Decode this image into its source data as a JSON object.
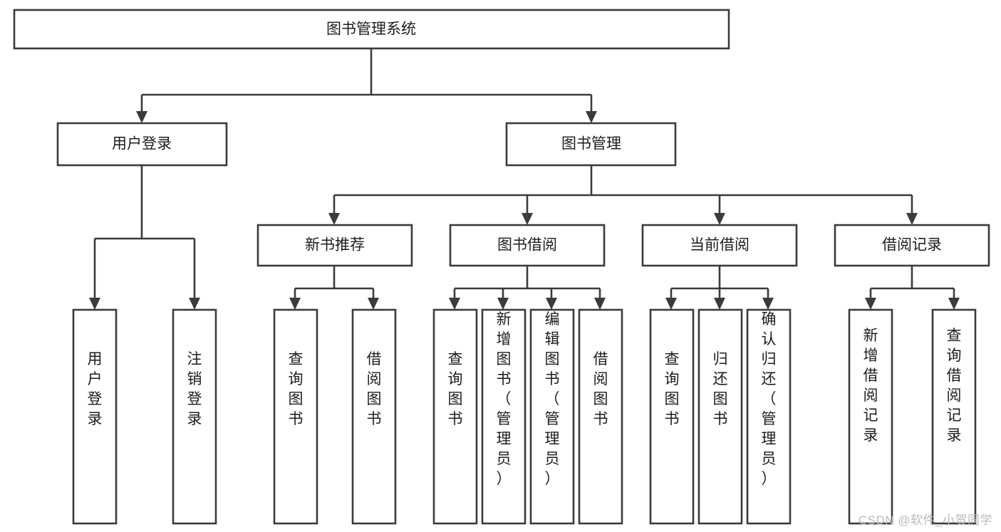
{
  "diagram": {
    "title": "图书管理系统",
    "type": "function-structure-tree",
    "orientation": "top-down",
    "root": {
      "id": "root",
      "label": "图书管理系统",
      "text_orientation": "horizontal"
    },
    "level2": [
      {
        "id": "user-login",
        "label": "用户登录",
        "text_orientation": "horizontal"
      },
      {
        "id": "book-management",
        "label": "图书管理",
        "text_orientation": "horizontal"
      }
    ],
    "level3": [
      {
        "id": "new-book-recommend",
        "label": "新书推荐",
        "parent": "book-management",
        "text_orientation": "horizontal"
      },
      {
        "id": "book-borrow",
        "label": "图书借阅",
        "parent": "book-management",
        "text_orientation": "horizontal"
      },
      {
        "id": "current-borrow",
        "label": "当前借阅",
        "parent": "book-management",
        "text_orientation": "horizontal"
      },
      {
        "id": "borrow-record",
        "label": "借阅记录",
        "parent": "book-management",
        "text_orientation": "horizontal"
      }
    ],
    "leaves": [
      {
        "id": "leaf-user-login",
        "label": "用户登录",
        "parent": "user-login",
        "text_orientation": "vertical"
      },
      {
        "id": "leaf-logout-login",
        "label": "注销登录",
        "parent": "user-login",
        "text_orientation": "vertical"
      },
      {
        "id": "leaf-query-book-1",
        "label": "查询图书",
        "parent": "new-book-recommend",
        "text_orientation": "vertical"
      },
      {
        "id": "leaf-borrow-book-1",
        "label": "借阅图书",
        "parent": "new-book-recommend",
        "text_orientation": "vertical"
      },
      {
        "id": "leaf-query-book-2",
        "label": "查询图书",
        "parent": "book-borrow",
        "text_orientation": "vertical"
      },
      {
        "id": "leaf-add-book-admin",
        "label": "新增图书（管理员）",
        "parent": "book-borrow",
        "text_orientation": "vertical"
      },
      {
        "id": "leaf-edit-book-admin",
        "label": "编辑图书（管理员）",
        "parent": "book-borrow",
        "text_orientation": "vertical"
      },
      {
        "id": "leaf-borrow-book-2",
        "label": "借阅图书",
        "parent": "book-borrow",
        "text_orientation": "vertical"
      },
      {
        "id": "leaf-query-book-3",
        "label": "查询图书",
        "parent": "current-borrow",
        "text_orientation": "vertical"
      },
      {
        "id": "leaf-return-book",
        "label": "归还图书",
        "parent": "current-borrow",
        "text_orientation": "vertical"
      },
      {
        "id": "leaf-confirm-return-admin",
        "label": "确认归还（管理员）",
        "parent": "current-borrow",
        "text_orientation": "vertical"
      },
      {
        "id": "leaf-add-borrow-record",
        "label": "新增借阅记录",
        "parent": "borrow-record",
        "text_orientation": "vertical"
      },
      {
        "id": "leaf-query-borrow-record",
        "label": "查询借阅记录",
        "parent": "borrow-record",
        "text_orientation": "vertical"
      }
    ]
  },
  "watermark": {
    "text": "CSDN @软件_小贺同学"
  },
  "colors": {
    "box_stroke": "#3b3b3b",
    "box_fill": "#ffffff",
    "text": "#1c1c1c",
    "connector": "#3b3b3b",
    "background": "#ffffff",
    "watermark": "#b9b9b9"
  }
}
